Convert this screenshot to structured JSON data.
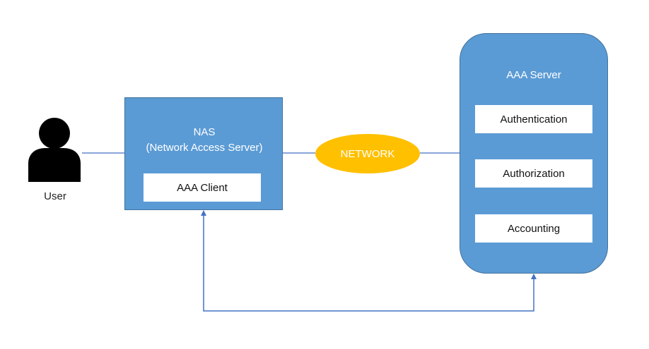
{
  "colors": {
    "box_fill": "#5b9bd5",
    "box_border": "#41719c",
    "network_fill": "#ffc000",
    "line": "#4472c4",
    "white": "#ffffff"
  },
  "user": {
    "icon": "user-silhouette-icon",
    "label": "User"
  },
  "nas": {
    "title": "NAS",
    "subtitle": "(Network Access Server)",
    "client_label": "AAA Client"
  },
  "network": {
    "label": "NETWORK"
  },
  "aaa_server": {
    "title": "AAA Server",
    "items": [
      {
        "label": "Authentication"
      },
      {
        "label": "Authorization"
      },
      {
        "label": "Accounting"
      }
    ]
  }
}
